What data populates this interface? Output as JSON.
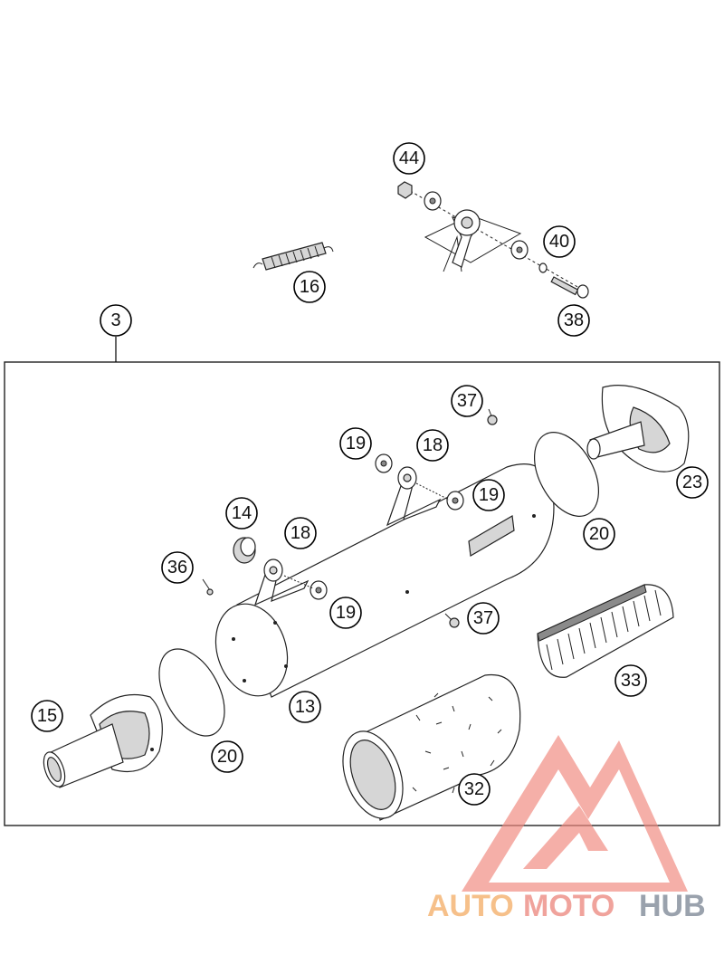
{
  "callouts": {
    "c44": "44",
    "c40": "40",
    "c16": "16",
    "c38": "38",
    "c3": "3",
    "c37a": "37",
    "c19a": "19",
    "c18a": "18",
    "c19b": "19",
    "c23": "23",
    "c14": "14",
    "c18b": "18",
    "c20a": "20",
    "c36": "36",
    "c19c": "19",
    "c37b": "37",
    "c15": "15",
    "c13": "13",
    "c33": "33",
    "c20b": "20",
    "c32": "32"
  },
  "watermark": {
    "part1": "AUTO",
    "part2": "MOTO",
    "part3": "HUB",
    "colors": {
      "part1": "#f6c08a",
      "part2": "#f0a39c",
      "part3": "#9aa2ad",
      "logo": "#f08a80"
    }
  }
}
